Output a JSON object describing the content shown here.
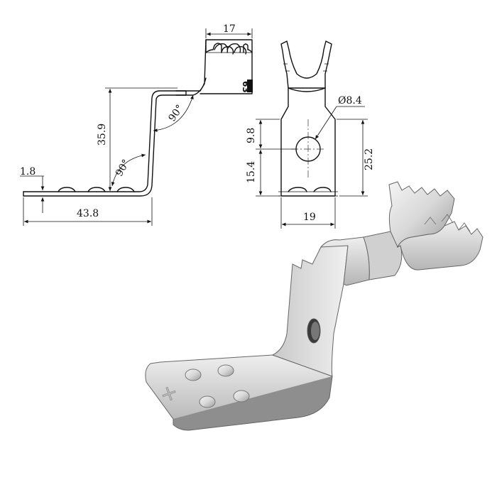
{
  "side_view": {
    "width_top": "17",
    "height_total": "35.9",
    "thickness": "1.8",
    "length": "43.8",
    "angle_lower": "90°",
    "angle_upper": "90°",
    "marking": "63"
  },
  "front_view": {
    "hole_diameter": "Ø8.4",
    "hole_to_top": "9.8",
    "hole_to_bottom": "15.4",
    "overall_height": "25.2",
    "width": "19"
  },
  "iso_view": {
    "plus_marking": "+"
  }
}
